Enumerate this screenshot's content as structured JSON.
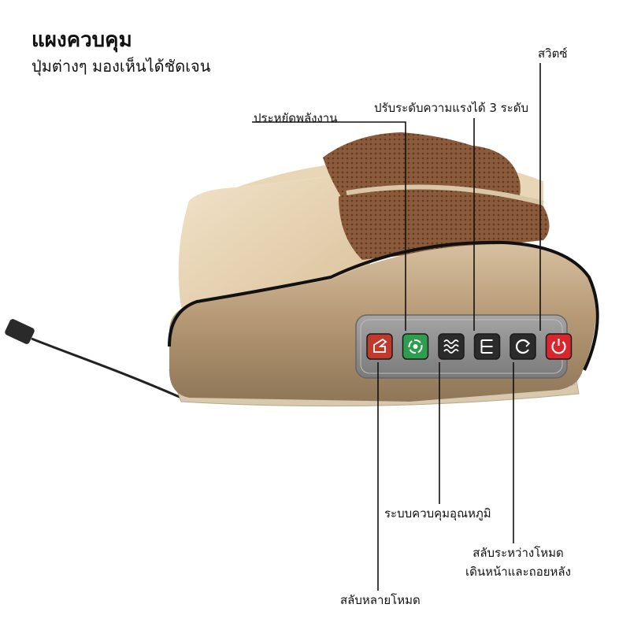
{
  "header": {
    "title": "แผงควบคุม",
    "subtitle": "ปุ่มต่างๆ มองเห็นได้ชัดเจน"
  },
  "callouts": {
    "power_switch": "สวิตซ์",
    "intensity": "ปรับระดับความแรงได้ 3 ระดับ",
    "energy_saving": "ประหยัดพลังงาน",
    "heat_control": "ระบบควบคุมอุณหภูมิ",
    "direction_line1": "สลับระหว่างโหมด",
    "direction_line2": "เดินหน้าและถอยหลัง",
    "multi_mode": "สลับหลายโหมด"
  },
  "panel_buttons": [
    {
      "name": "multi-mode-button",
      "icon": "hand-icon",
      "color": "#c0392b"
    },
    {
      "name": "energy-saving-button",
      "icon": "leaf-recycle-icon",
      "color": "#2e9e4e"
    },
    {
      "name": "heat-button",
      "icon": "heat-waves-icon",
      "color": "#2b2b2b"
    },
    {
      "name": "intensity-button",
      "icon": "levels-icon",
      "color": "#2b2b2b"
    },
    {
      "name": "direction-button",
      "icon": "rotate-icon",
      "color": "#2b2b2b"
    },
    {
      "name": "power-button",
      "icon": "power-icon",
      "color": "#d9262c"
    }
  ],
  "colors": {
    "cushion_beige": "#e9d6b6",
    "body_gold": "#b89a76",
    "mesh_brown": "#8a5a3a",
    "panel_gray": "#8c8c8c"
  }
}
